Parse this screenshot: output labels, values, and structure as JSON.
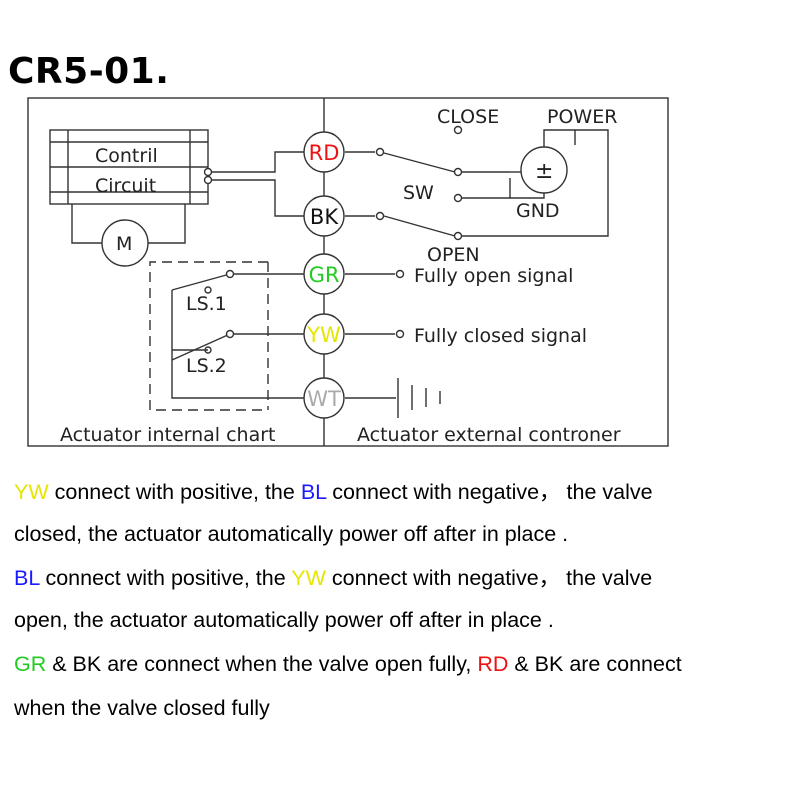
{
  "title": "CR5-01.",
  "diagram": {
    "labels": {
      "control_line1": "Contril",
      "control_line2": "Circuit",
      "motor": "M",
      "ls1": "LS.1",
      "ls2": "LS.2",
      "close": "CLOSE",
      "power": "POWER",
      "power_symbol": "±",
      "sw": "SW",
      "gnd": "GND",
      "open": "OPEN",
      "fully_open_signal": "Fully open signal",
      "fully_closed_signal": "Fully closed signal",
      "internal_caption": "Actuator internal chart",
      "external_caption": "Actuator external controner"
    },
    "terminals": [
      {
        "label": "RD",
        "color": "#ee1111"
      },
      {
        "label": "BK",
        "color": "#111111"
      },
      {
        "label": "GR",
        "color": "#22cc22"
      },
      {
        "label": "YW",
        "color": "#e6e600"
      },
      {
        "label": "WT",
        "color": "#aaaaaa"
      }
    ]
  },
  "description": {
    "line1": {
      "c1": "YW",
      "t1": " connect with positive, the ",
      "c2": "BL",
      "t2": " connect with negative， the valve"
    },
    "line2": "closed, the actuator automatically power off after in place .",
    "line3": {
      "c1": "BL",
      "t1": " connect with positive, the ",
      "c2": "YW",
      "t2": " connect with negative， the valve"
    },
    "line4": "open, the actuator automatically power off after in place .",
    "line5": {
      "c1": "GR",
      "t1": " & BK are connect when the valve open fully, ",
      "c2": "RD",
      "t2": " & BK are connect"
    },
    "line6": "when the valve closed fully"
  },
  "colors": {
    "yw": "#e6e600",
    "bl": "#1a1aff",
    "gr": "#22cc22",
    "rd": "#ee1111"
  }
}
